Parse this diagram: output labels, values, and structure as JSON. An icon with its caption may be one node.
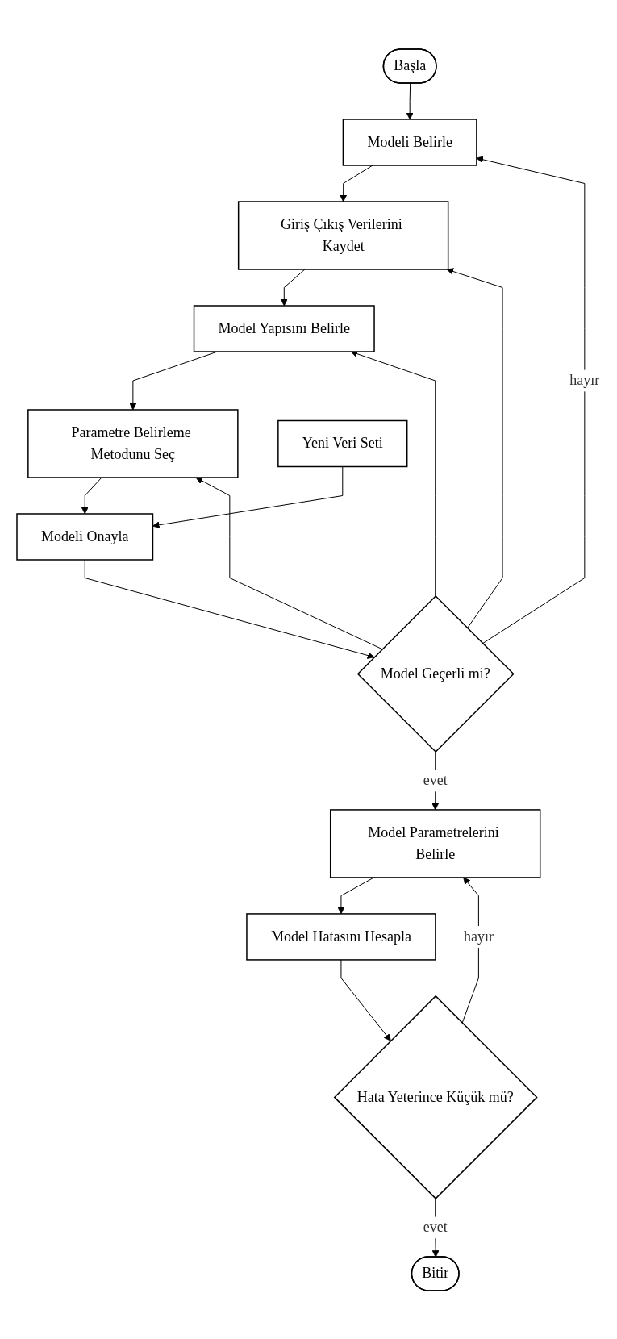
{
  "diagram": {
    "nodes": [
      {
        "text": [
          "Başla"
        ]
      },
      {
        "text": [
          "Modeli Belirle"
        ]
      },
      {
        "text": [
          "Giriş Çıkış Verilerini Kaydet"
        ]
      },
      {
        "text": [
          "Model Yapısını Belirle"
        ]
      },
      {
        "text": [
          "Parametre Belirleme Metodunu Seç"
        ]
      },
      {
        "text": [
          "Modeli Onayla"
        ]
      },
      {
        "text": [
          "Yeni Veri Seti"
        ]
      },
      {
        "text": [
          "Model Geçerli mi?"
        ]
      },
      {
        "text": [
          "Model Parametrelerini Belirle"
        ]
      },
      {
        "text": [
          "Model Hatasını Hesapla"
        ]
      },
      {
        "text": [
          "Hata Yeterince Küçük mü?"
        ]
      },
      {
        "text": [
          "Bitir"
        ]
      }
    ],
    "edges": [
      {
        "from": 0,
        "to": 1,
        "arrow": "to"
      },
      {
        "from": 1,
        "to": 2,
        "arrow": "to"
      },
      {
        "from": 2,
        "to": 3,
        "arrow": "to"
      },
      {
        "from": 3,
        "to": 4,
        "arrow": "to"
      },
      {
        "from": 4,
        "to": 5,
        "arrow": "to"
      },
      {
        "from": 6,
        "to": 5,
        "arrow": "to"
      },
      {
        "from": 5,
        "to": 7,
        "arrow": "to"
      },
      {
        "from": 7,
        "to": 1,
        "arrow": "to",
        "label": "hayır"
      },
      {
        "from": 7,
        "to": 2,
        "arrow": "to"
      },
      {
        "from": 7,
        "to": 3,
        "arrow": "to"
      },
      {
        "from": 7,
        "to": 4,
        "arrow": "to"
      },
      {
        "from": 7,
        "to": 8,
        "arrow": "to",
        "label": "evet"
      },
      {
        "from": 8,
        "to": 9,
        "arrow": "to"
      },
      {
        "from": 9,
        "to": 10,
        "arrow": "to"
      },
      {
        "from": 10,
        "to": 8,
        "arrow": "to",
        "label": "hayır"
      },
      {
        "from": 10,
        "to": 11,
        "arrow": "to",
        "label": "evet"
      }
    ]
  }
}
